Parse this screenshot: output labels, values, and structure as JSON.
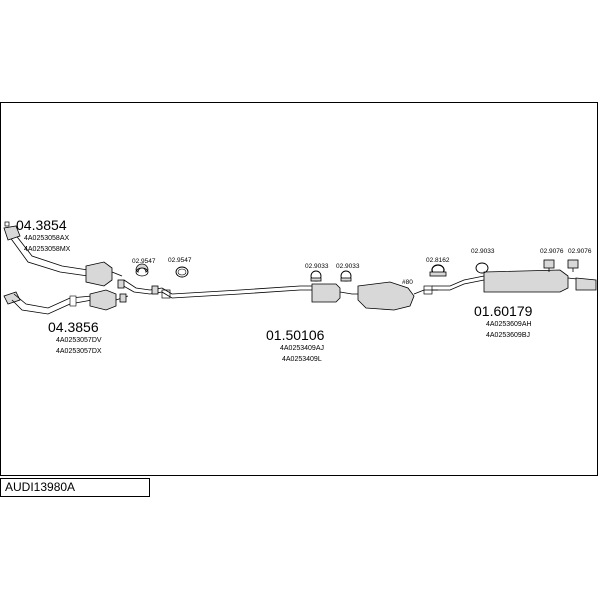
{
  "title": "AUDI13980A",
  "groups": [
    {
      "id": "front-upper",
      "part": "04.3854",
      "oem": [
        "4A0253058AX",
        "4A0253058MX"
      ]
    },
    {
      "id": "front-lower",
      "part": "04.3856",
      "oem": [
        "4A0253057DV",
        "4A0253057DX"
      ]
    },
    {
      "id": "middle",
      "part": "01.50106",
      "oem": [
        "4A0253409AJ",
        "4A0253409L"
      ]
    },
    {
      "id": "rear",
      "part": "01.60179",
      "oem": [
        "4A0253609AH",
        "4A0253609BJ"
      ]
    }
  ],
  "small_parts": [
    "02.9547",
    "02.9547",
    "02.9033",
    "02.9033",
    "#80",
    "02.8162",
    "02.9033",
    "02.9076",
    "02.9076"
  ],
  "colors": {
    "part_fill": "#d8d8d8",
    "stroke": "#000000"
  }
}
